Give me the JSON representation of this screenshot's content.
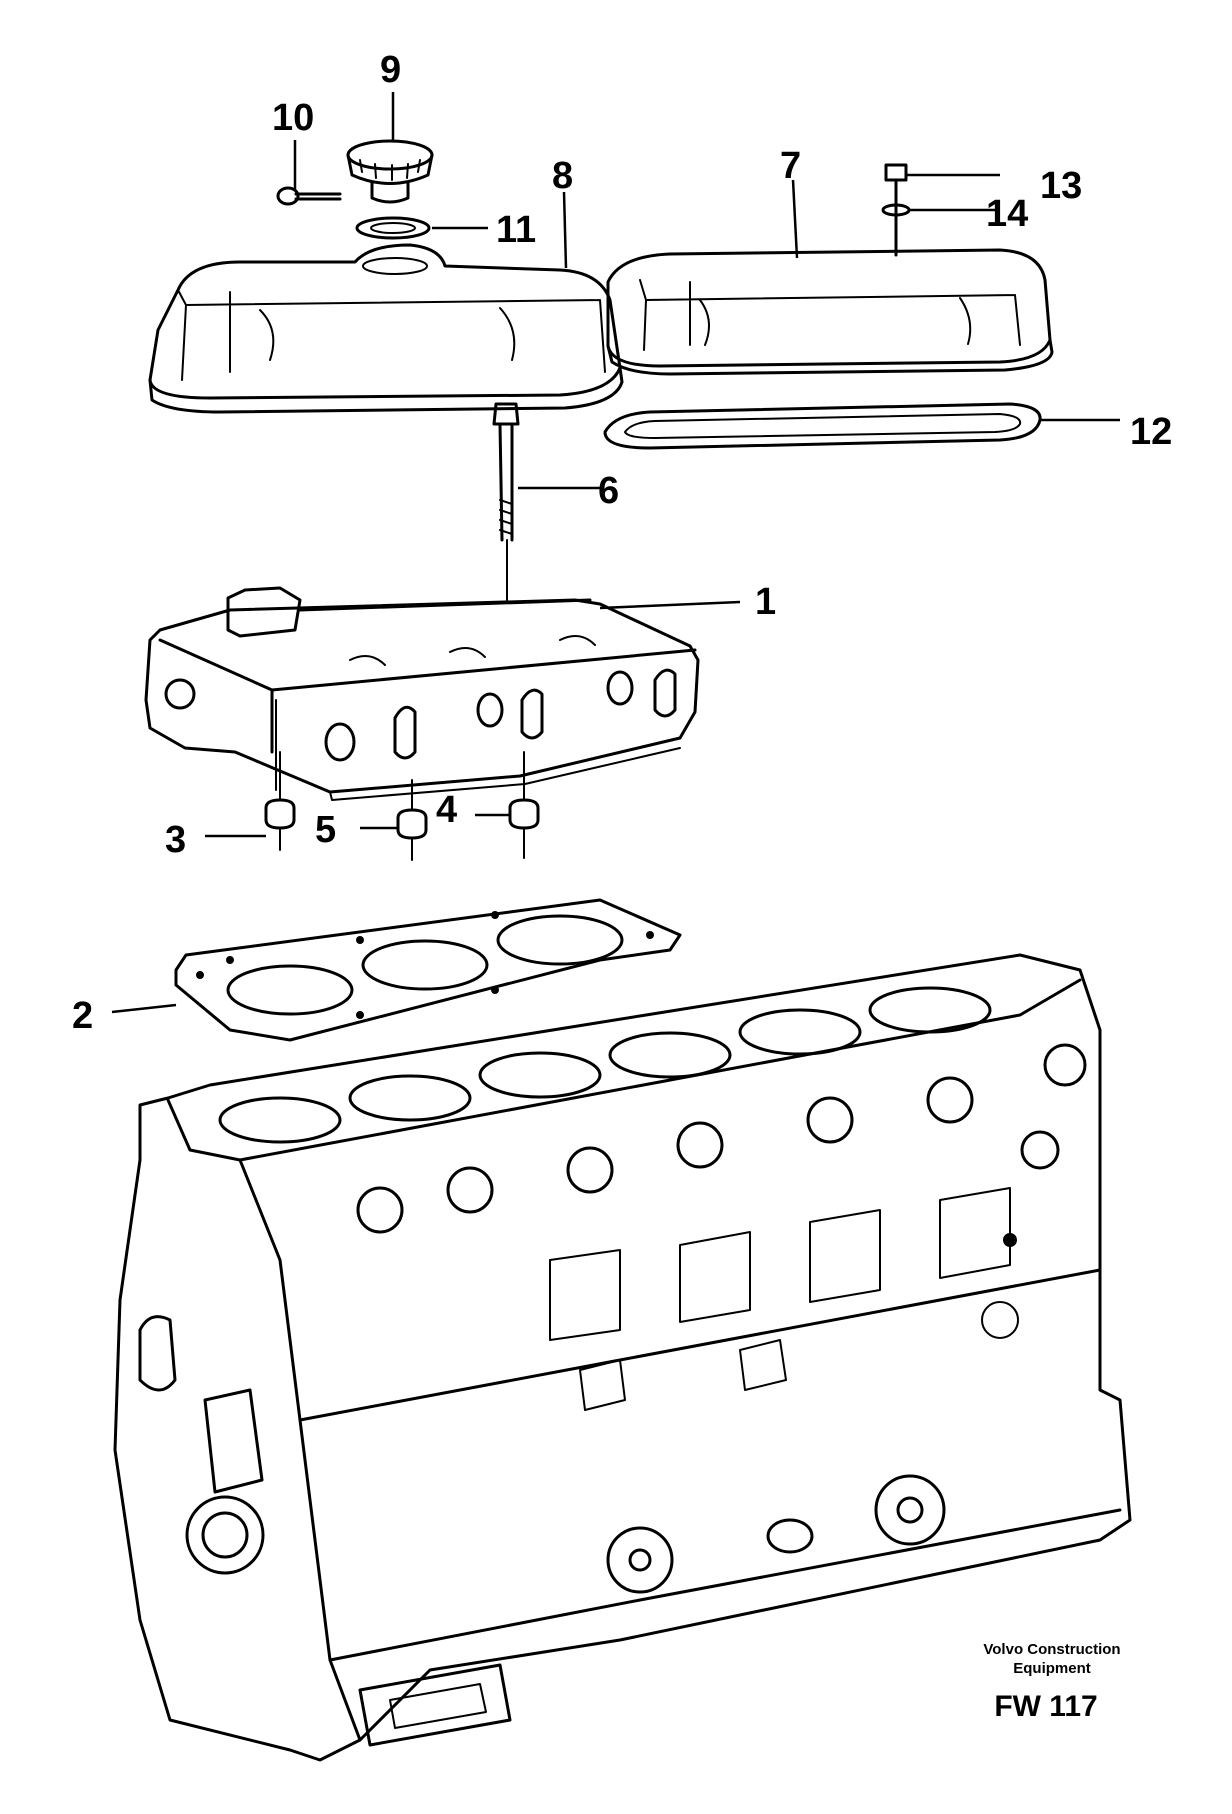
{
  "diagram": {
    "callouts": [
      {
        "id": "1",
        "label": "1"
      },
      {
        "id": "2",
        "label": "2"
      },
      {
        "id": "3",
        "label": "3"
      },
      {
        "id": "4",
        "label": "4"
      },
      {
        "id": "5",
        "label": "5"
      },
      {
        "id": "6",
        "label": "6"
      },
      {
        "id": "7",
        "label": "7"
      },
      {
        "id": "8",
        "label": "8"
      },
      {
        "id": "9",
        "label": "9"
      },
      {
        "id": "10",
        "label": "10"
      },
      {
        "id": "11",
        "label": "11"
      },
      {
        "id": "12",
        "label": "12"
      },
      {
        "id": "13",
        "label": "13"
      },
      {
        "id": "14",
        "label": "14"
      }
    ],
    "caption": {
      "line1": "Volvo Construction",
      "line2": "Equipment",
      "code": "FW 117"
    }
  }
}
